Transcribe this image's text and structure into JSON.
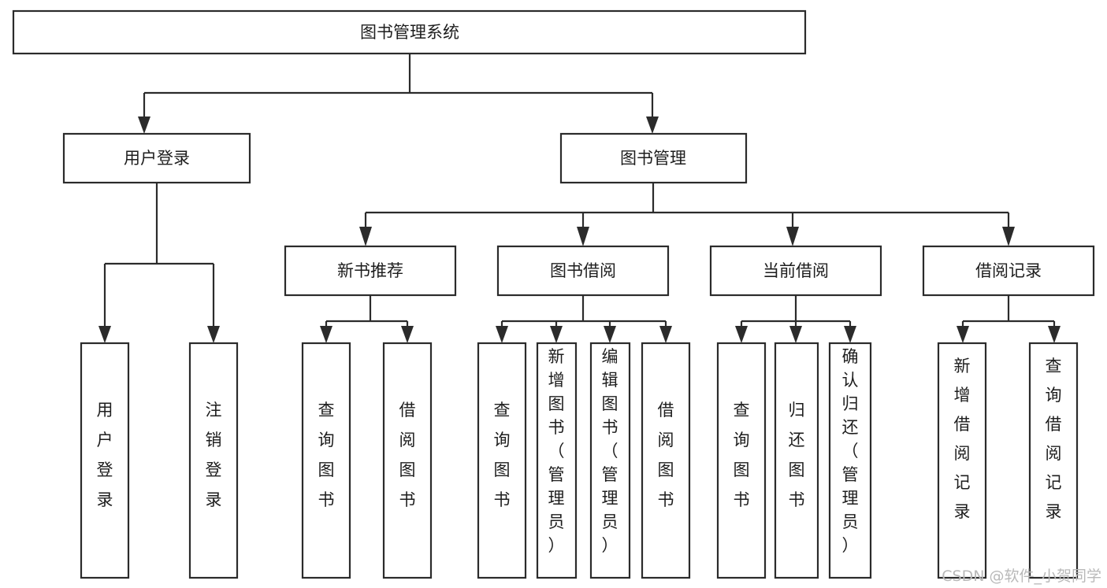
{
  "diagram": {
    "type": "tree-hierarchy-chart",
    "title": "图书管理系统",
    "background_color": "#ffffff",
    "stroke_color": "#2b2b2b",
    "text_color": "#1d1d1d",
    "levels": [
      {
        "level": 1,
        "orientation": "horizontal-text",
        "nodes": [
          {
            "id": "root",
            "label": "图书管理系统"
          }
        ]
      },
      {
        "level": 2,
        "orientation": "horizontal-text",
        "nodes": [
          {
            "id": "user-login",
            "label": "用户登录",
            "parent": "root"
          },
          {
            "id": "book-manage",
            "label": "图书管理",
            "parent": "root"
          }
        ]
      },
      {
        "level": 3,
        "orientation": "horizontal-text",
        "nodes": [
          {
            "id": "new-book-rec",
            "label": "新书推荐",
            "parent": "book-manage"
          },
          {
            "id": "book-borrow",
            "label": "图书借阅",
            "parent": "book-manage"
          },
          {
            "id": "current-borrow",
            "label": "当前借阅",
            "parent": "book-manage"
          },
          {
            "id": "borrow-record",
            "label": "借阅记录",
            "parent": "book-manage"
          }
        ]
      },
      {
        "level": 4,
        "orientation": "vertical-text",
        "nodes": [
          {
            "id": "leaf-user-login",
            "label": "用户登录",
            "parent": "user-login"
          },
          {
            "id": "leaf-logout",
            "label": "注销登录",
            "parent": "user-login"
          },
          {
            "id": "leaf-query-book-1",
            "label": "查询图书",
            "parent": "new-book-rec"
          },
          {
            "id": "leaf-borrow-book-1",
            "label": "借阅图书",
            "parent": "new-book-rec"
          },
          {
            "id": "leaf-query-book-2",
            "label": "查询图书",
            "parent": "book-borrow"
          },
          {
            "id": "leaf-add-book",
            "label": "新增图书（管理员）",
            "parent": "book-borrow"
          },
          {
            "id": "leaf-edit-book",
            "label": "编辑图书（管理员）",
            "parent": "book-borrow"
          },
          {
            "id": "leaf-borrow-book-2",
            "label": "借阅图书",
            "parent": "book-borrow"
          },
          {
            "id": "leaf-query-book-3",
            "label": "查询图书",
            "parent": "current-borrow"
          },
          {
            "id": "leaf-return-book",
            "label": "归还图书",
            "parent": "current-borrow"
          },
          {
            "id": "leaf-confirm-return",
            "label": "确认归还（管理员）",
            "parent": "current-borrow"
          },
          {
            "id": "leaf-add-record",
            "label": "新增借阅记录",
            "parent": "borrow-record"
          },
          {
            "id": "leaf-query-record",
            "label": "查询借阅记录",
            "parent": "borrow-record"
          }
        ]
      }
    ]
  },
  "watermark": {
    "text": "CSDN @软件_小贺同学"
  }
}
